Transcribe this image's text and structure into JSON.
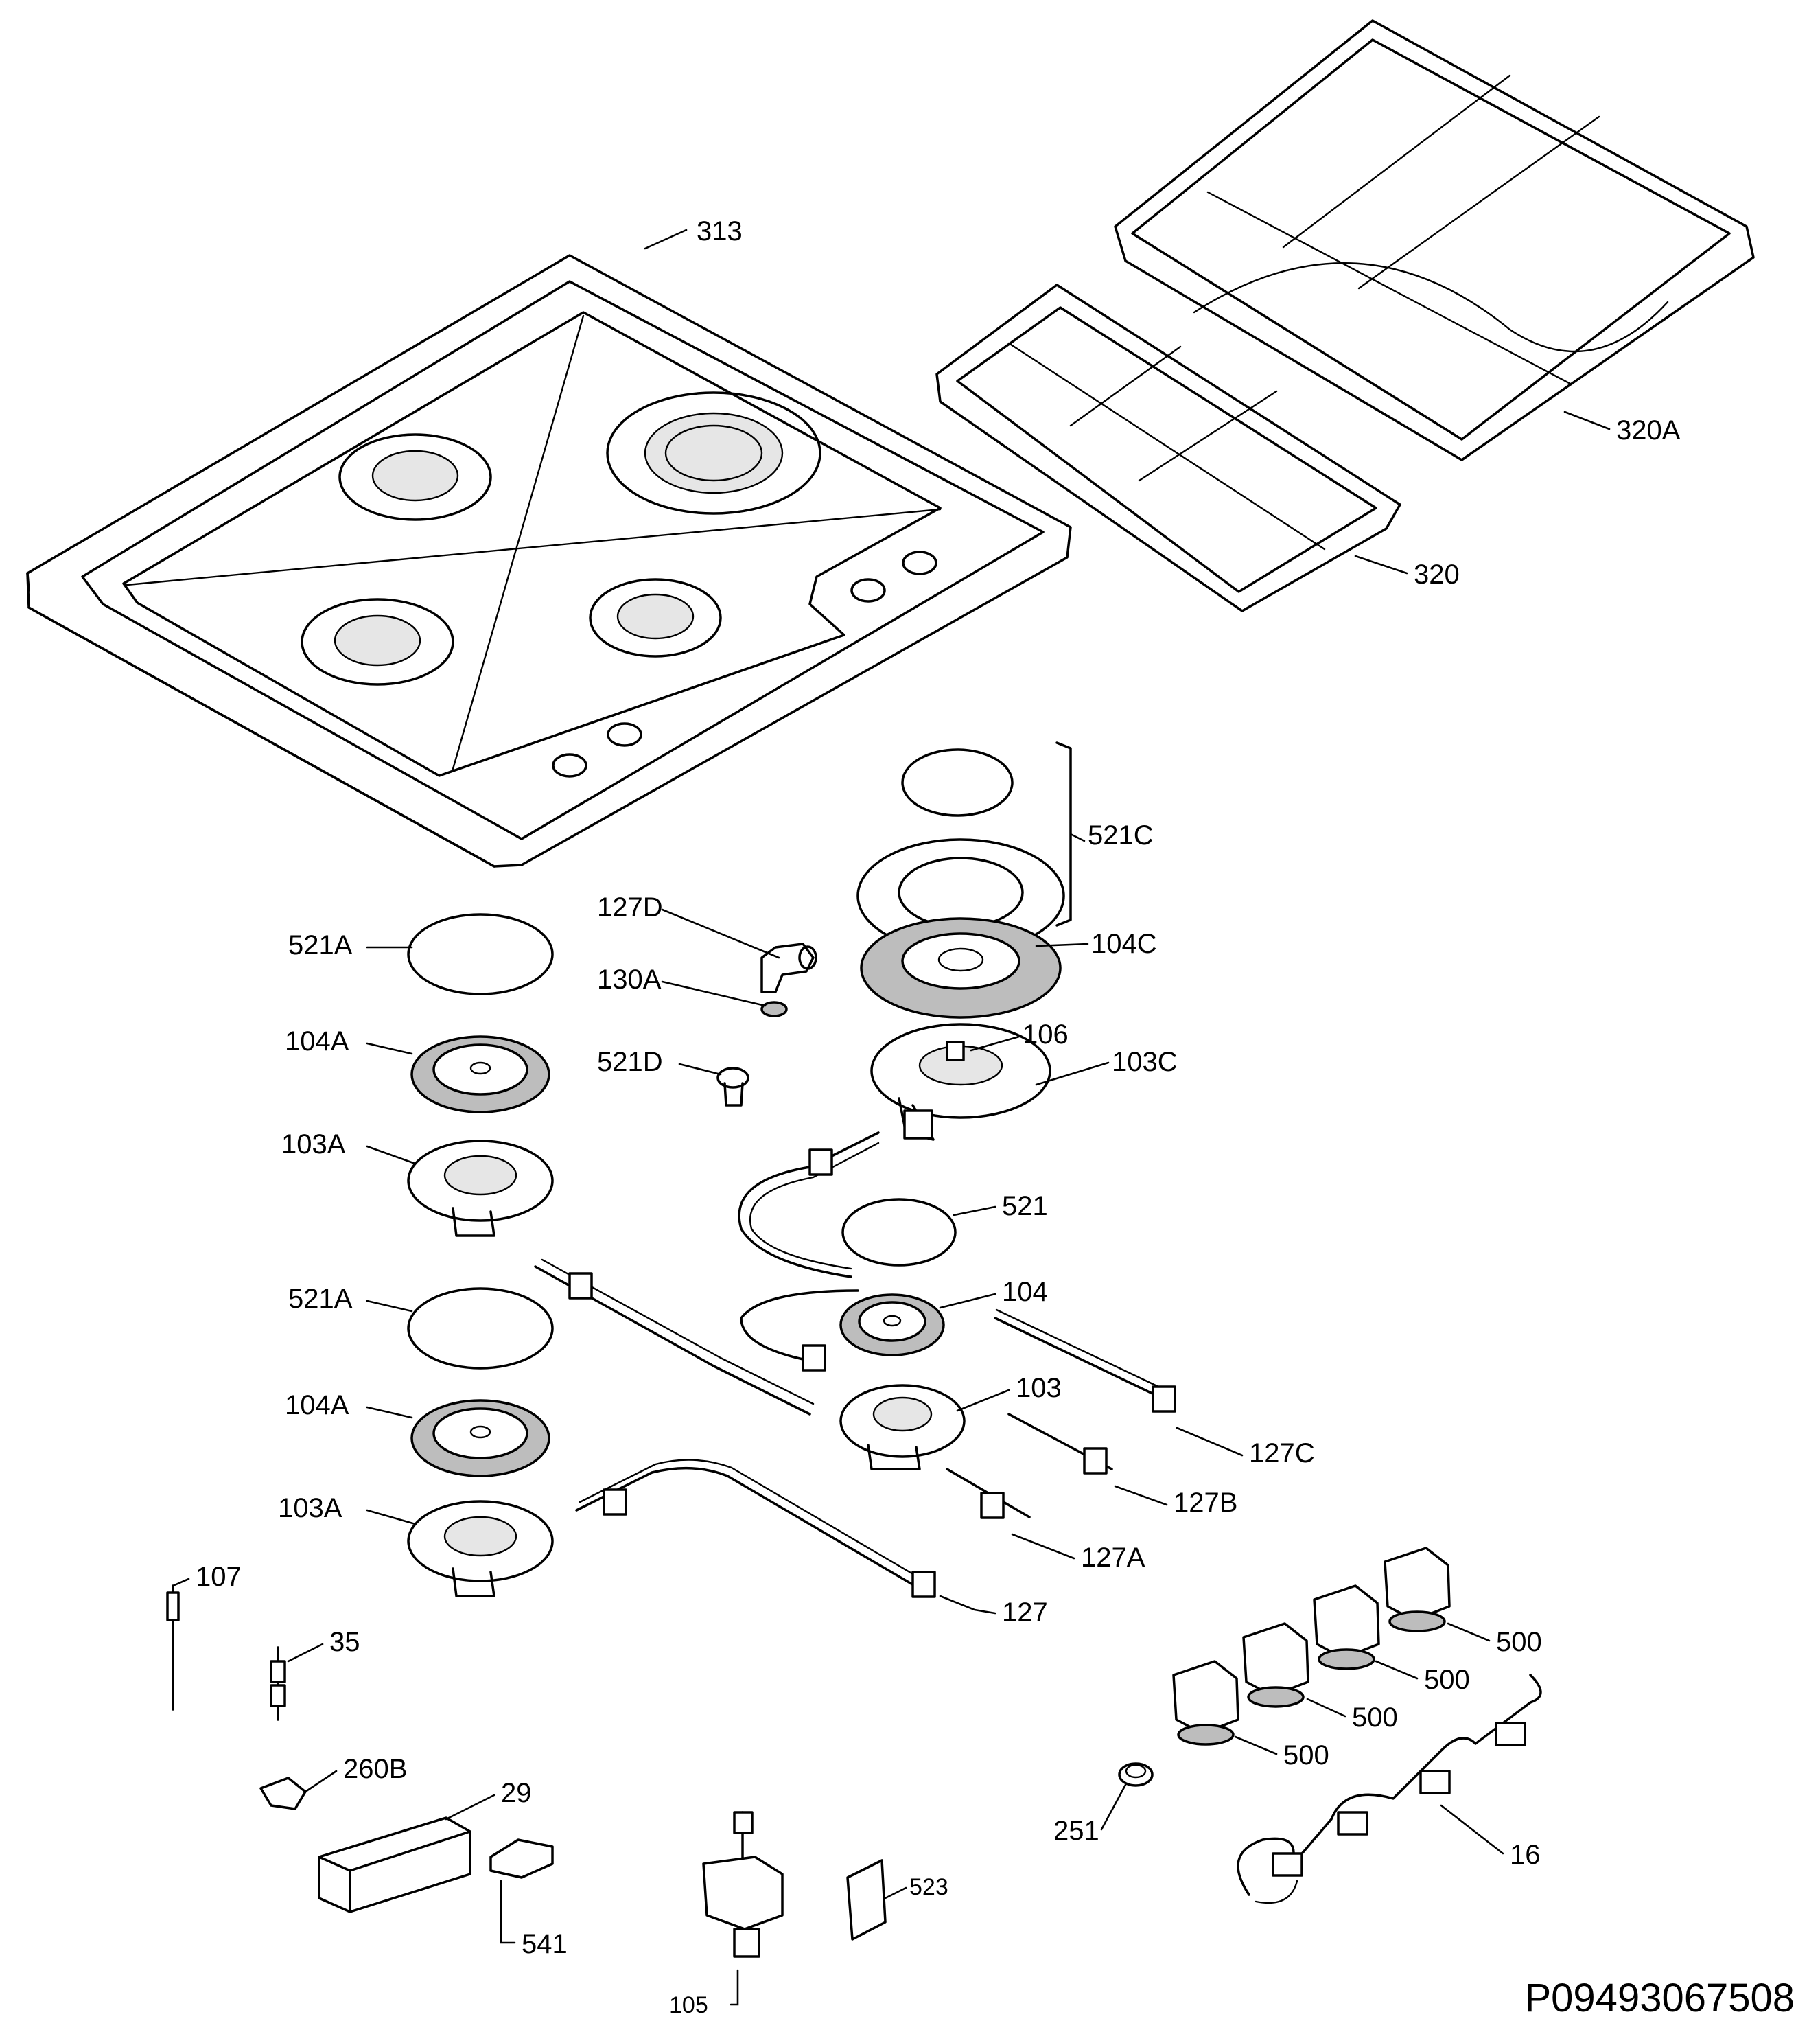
{
  "document_code": "P09493067508",
  "labels": {
    "l313": "313",
    "l320a": "320A",
    "l320": "320",
    "l521c": "521C",
    "l104c": "104C",
    "l127d": "127D",
    "l130a": "130A",
    "l521a_top": "521A",
    "l106": "106",
    "l103c": "103C",
    "l104a_top": "104A",
    "l521d": "521D",
    "l103a_top": "103A",
    "l521": "521",
    "l104": "104",
    "l521a_bottom": "521A",
    "l103": "103",
    "l104a_bottom": "104A",
    "l127c": "127C",
    "l127b": "127B",
    "l103a_bottom": "103A",
    "l127a": "127A",
    "l107": "107",
    "l127": "127",
    "l35": "35",
    "l500_1": "500",
    "l500_2": "500",
    "l500_3": "500",
    "l500_4": "500",
    "l260b": "260B",
    "l251": "251",
    "l29": "29",
    "l16": "16",
    "l523": "523",
    "l541": "541",
    "l105": "105"
  }
}
